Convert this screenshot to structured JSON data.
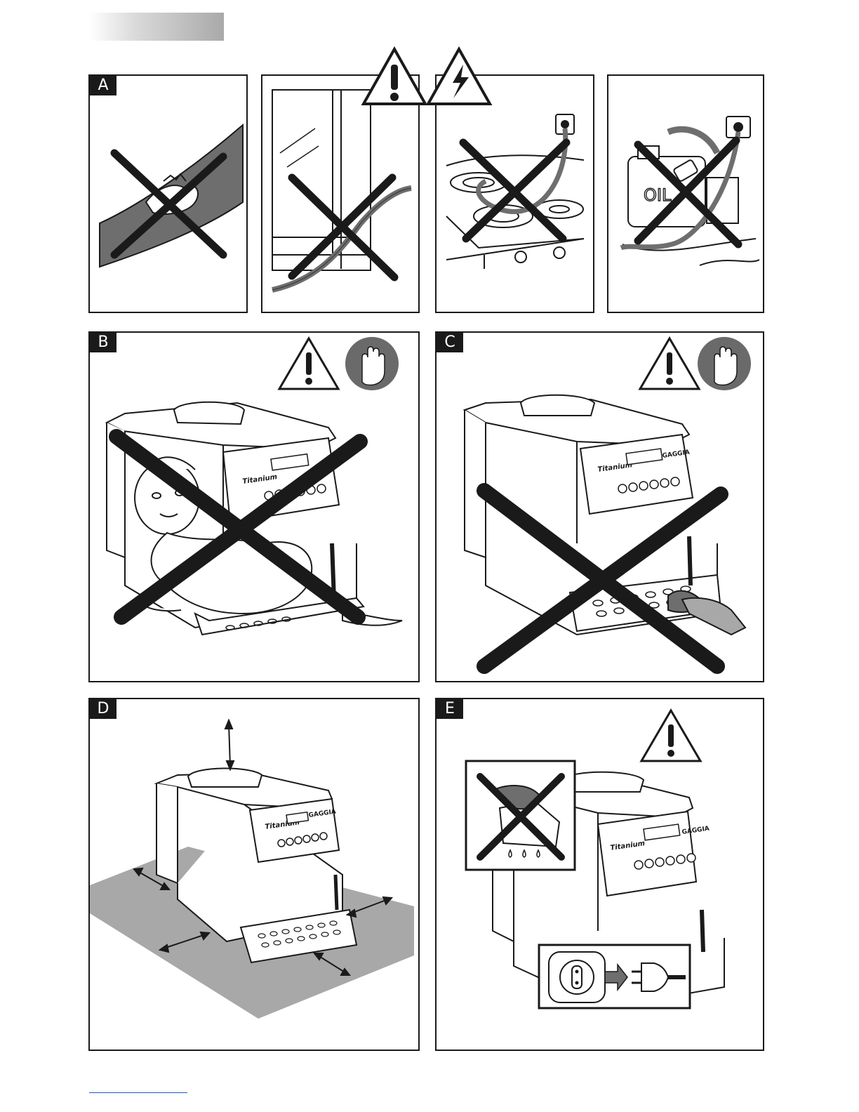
{
  "sections": {
    "a": {
      "label": "A"
    },
    "b": {
      "label": "B"
    },
    "c": {
      "label": "C"
    },
    "d": {
      "label": "D"
    },
    "e": {
      "label": "E"
    }
  },
  "illustration_text": {
    "oil_canister": "OIL",
    "machine_model": "Titanium",
    "machine_brand": "GAGGIA"
  },
  "colors": {
    "ink": "#1a1a1a",
    "shade_grey": "#6e6e6e",
    "floor_grey": "#a8a8a8",
    "stop_badge": "#6a6a6a"
  },
  "icons": [
    "warning-triangle-icon",
    "electric-hazard-icon",
    "stop-hand-icon",
    "prohibited-cross-icon",
    "power-socket-icon",
    "power-plug-icon"
  ]
}
